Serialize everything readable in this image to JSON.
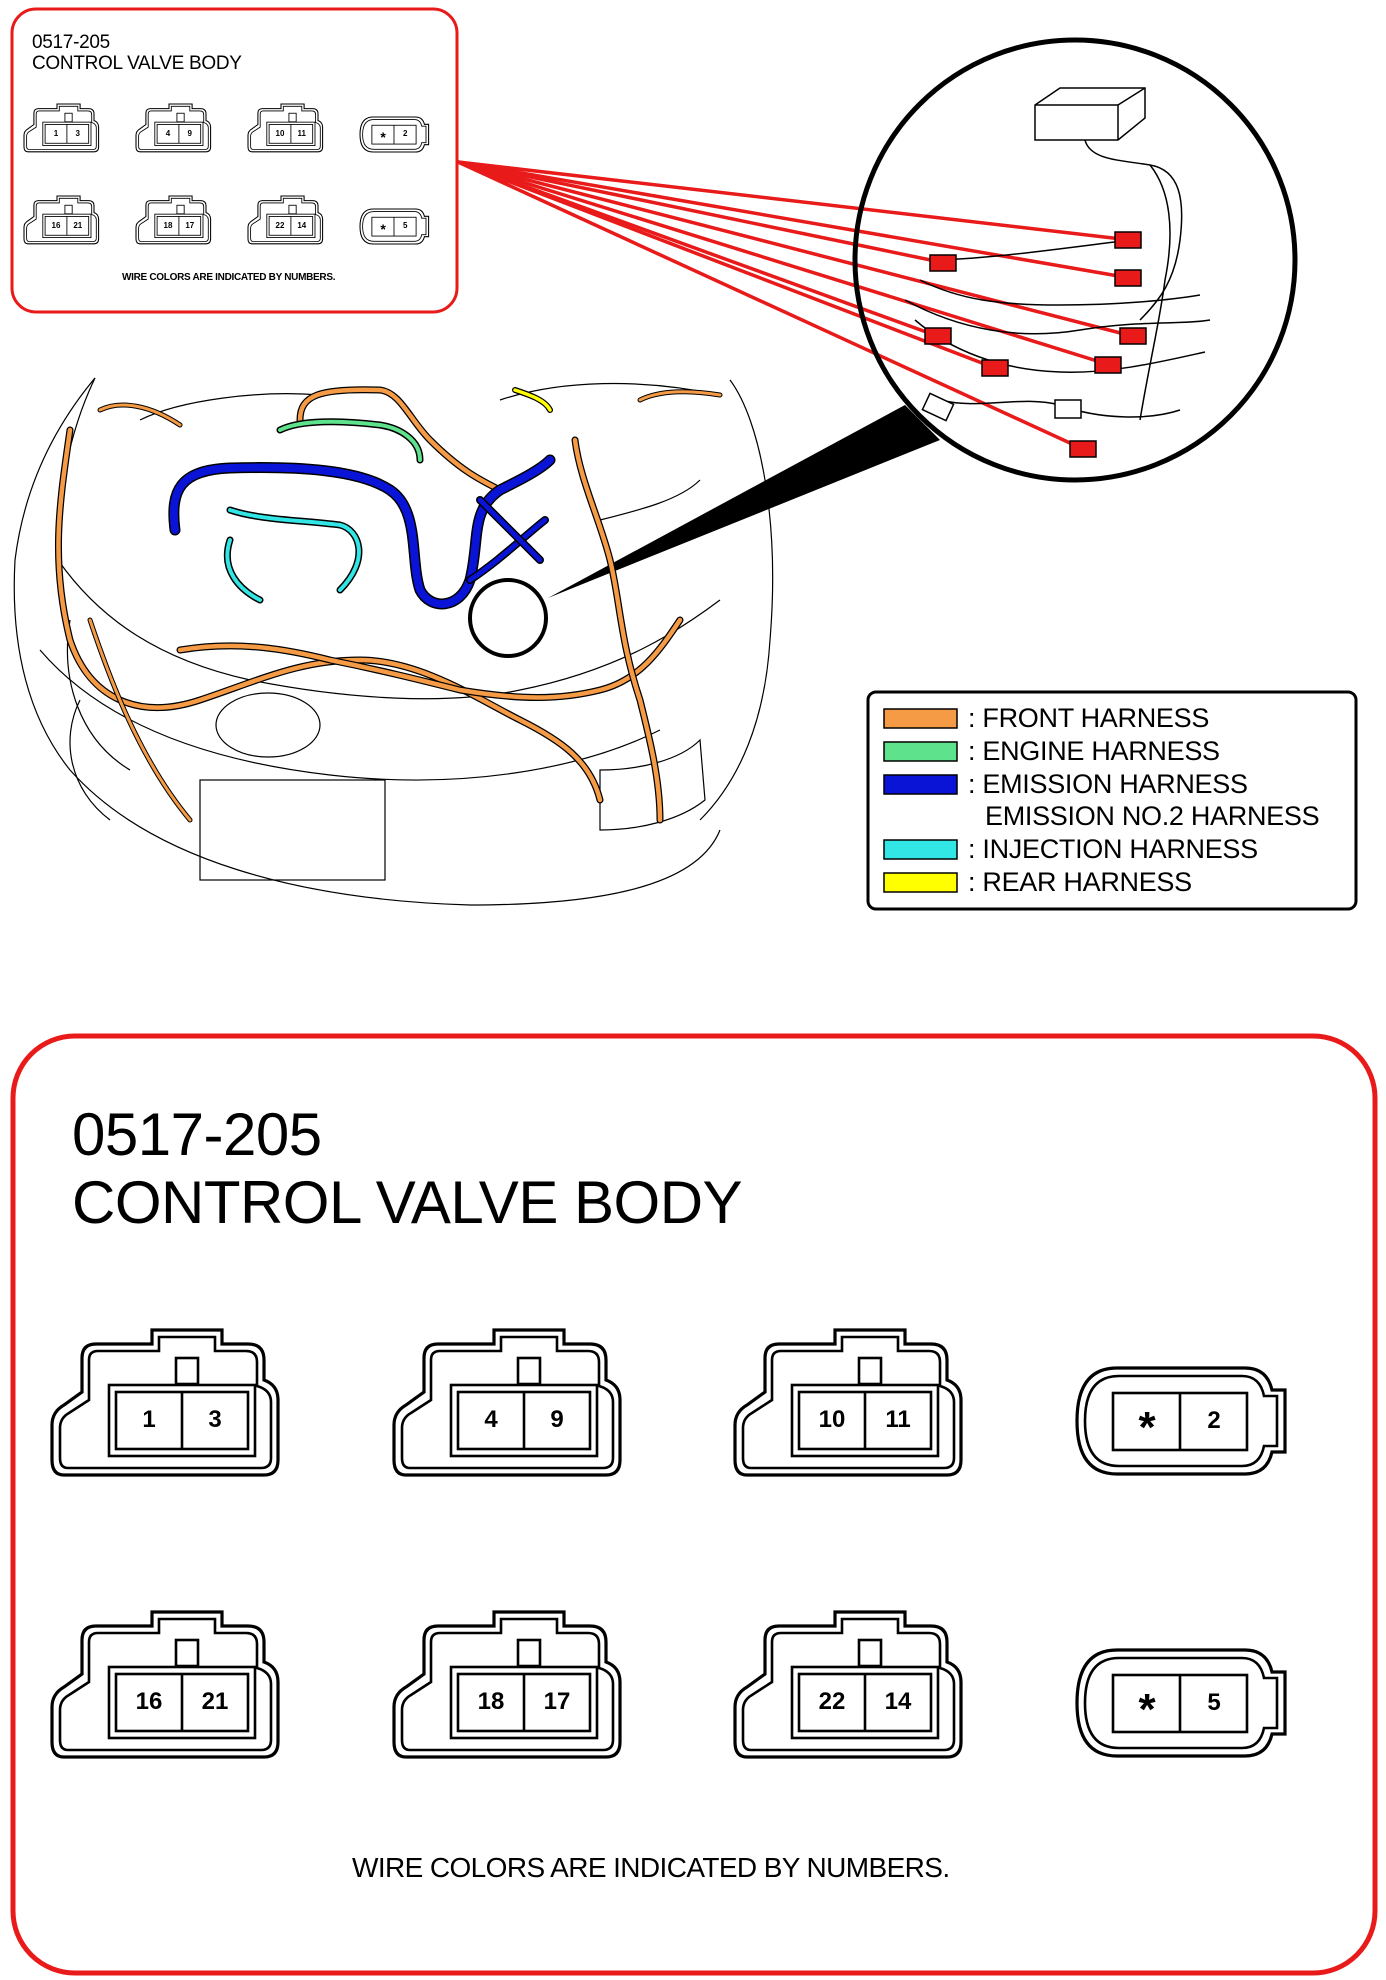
{
  "connector_panel": {
    "code": "0517-205",
    "title": "CONTROL VALVE BODY",
    "note": "WIRE COLORS ARE INDICATED BY NUMBERS."
  },
  "connectors": [
    {
      "pins": [
        "1",
        "3"
      ]
    },
    {
      "pins": [
        "4",
        "9"
      ]
    },
    {
      "pins": [
        "10",
        "11"
      ]
    },
    {
      "pins": [
        "*",
        "2"
      ]
    },
    {
      "pins": [
        "16",
        "21"
      ]
    },
    {
      "pins": [
        "18",
        "17"
      ]
    },
    {
      "pins": [
        "22",
        "14"
      ]
    },
    {
      "pins": [
        "*",
        "5"
      ]
    }
  ],
  "legend": {
    "items": [
      {
        "label": ": FRONT HARNESS",
        "color": "#f59a45"
      },
      {
        "label": ": ENGINE HARNESS",
        "color": "#5fe28c"
      },
      {
        "label": ": EMISSION HARNESS",
        "color": "#0a14d6"
      },
      {
        "label": "EMISSION NO.2 HARNESS",
        "color": ""
      },
      {
        "label": ": INJECTION HARNESS",
        "color": "#33e6e6"
      },
      {
        "label": ": REAR HARNESS",
        "color": "#ffff00"
      }
    ]
  },
  "colors": {
    "highlight_red": "#e81a1a",
    "front_harness": "#f59a45",
    "engine_harness": "#5fe28c",
    "emission_harness": "#0a14d6",
    "injection_harness": "#33e6e6",
    "rear_harness": "#ffff00",
    "outline": "#000000"
  }
}
